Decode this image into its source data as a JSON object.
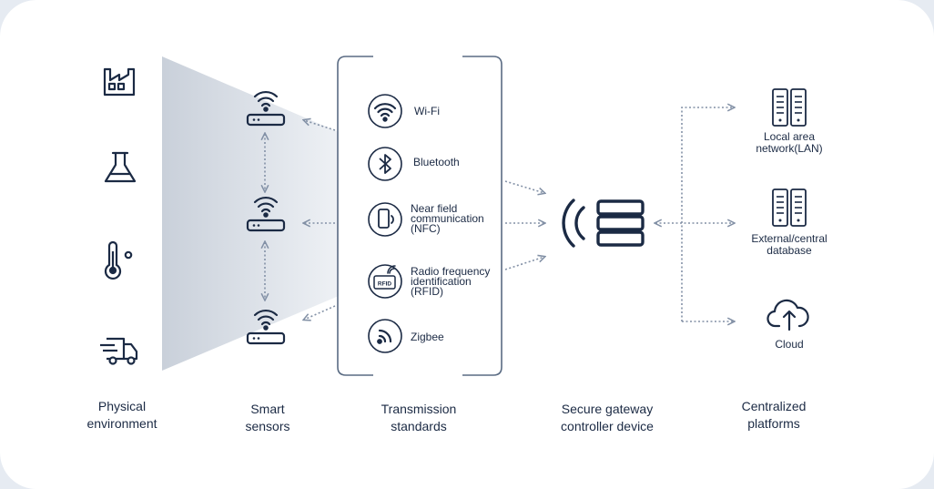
{
  "columns": {
    "physical": "Physical\nenvironment",
    "sensors": "Smart\nsensors",
    "transmission": "Transmission\nstandards",
    "gateway": "Secure gateway\ncontroller device",
    "platforms": "Centralized\nplatforms"
  },
  "physical_icons": [
    "factory-icon",
    "flask-icon",
    "thermometer-icon",
    "delivery-truck-icon"
  ],
  "standards": [
    {
      "label": "Wi-Fi",
      "icon": "wifi-icon"
    },
    {
      "label": "Bluetooth",
      "icon": "bluetooth-icon"
    },
    {
      "label": "Near field\ncommunication\n(NFC)",
      "icon": "nfc-phone-icon"
    },
    {
      "label": "Radio frequency\nidentification\n(RFID)",
      "icon": "rfid-icon"
    },
    {
      "label": "Zigbee",
      "icon": "zigbee-icon"
    }
  ],
  "rfid_badge": "RFID",
  "platforms": [
    {
      "label": "Local area\nnetwork(LAN)",
      "icon": "server-icon"
    },
    {
      "label": "External/central\ndatabase",
      "icon": "server-icon"
    },
    {
      "label": "Cloud",
      "icon": "cloud-upload-icon"
    }
  ],
  "colors": {
    "icon": "#1b2a44",
    "connector": "#8391a6",
    "background": "#e6ebf2",
    "panel": "#ffffff"
  }
}
